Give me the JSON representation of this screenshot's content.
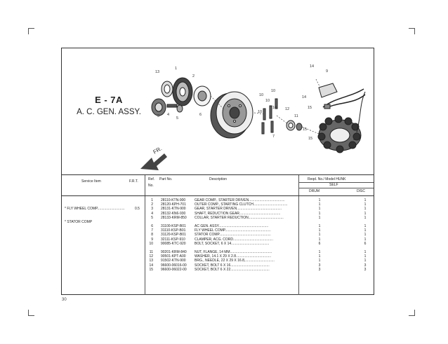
{
  "figure": {
    "code": "E - 7A",
    "name": "A. C. GEN. ASSY.",
    "fr_label": "FR.",
    "page_number": "30"
  },
  "callouts": [
    "13",
    "1",
    "2",
    "3",
    "4",
    "5",
    "6",
    "10",
    "10",
    "10",
    "10",
    "10",
    "12",
    "11",
    "14",
    "9",
    "14",
    "15",
    "15",
    "15",
    "8",
    "7"
  ],
  "table": {
    "headers": {
      "service_item": "Service Item",
      "frt": "F.R.T.",
      "ref": "Ref.",
      "ref_no": "No.",
      "part_no": "Part No.",
      "description": "Description",
      "reqd": "Reqd. No./ Model HUNK",
      "self": "SELF",
      "drum": "DRUM",
      "disc": "DISC"
    },
    "service_items": [
      "* FLY WHEEL COMP............................",
      "* STATOR COMP"
    ],
    "frt_values": [
      "0.5",
      ""
    ],
    "groups": [
      [
        {
          "ref": "1",
          "part": "28110-KTN-900",
          "desc": "GEAR COMP., STARTER DRIVEN.....................................",
          "drum": "1",
          "disc": "1"
        },
        {
          "ref": "2",
          "part": "28120-KPH-701",
          "desc": "OUTER COMP., STARTING CLUTCH...................................",
          "drum": "1",
          "disc": "1"
        },
        {
          "ref": "3",
          "part": "28131-KTN-900",
          "desc": "GEAR, STARTER DRIVEN..............................................",
          "drum": "1",
          "disc": "1"
        },
        {
          "ref": "4",
          "part": "28132-KN6-930",
          "desc": "SHAFT, REDUCTION GEAR..........................................",
          "drum": "1",
          "disc": "1"
        },
        {
          "ref": "5",
          "part": "28133-KRM-850",
          "desc": "COLLAR, STARTER REDUCTION....................................",
          "drum": "1",
          "disc": "1"
        }
      ],
      [
        {
          "ref": "6",
          "part": "31100-KSP-B01",
          "desc": "AC GEN. ASSY...................................................",
          "drum": "1",
          "disc": "1"
        },
        {
          "ref": "7",
          "part": "31110-KSP-B01",
          "desc": "FLY WHEEL COMP...............................................",
          "drum": "1",
          "disc": "1"
        },
        {
          "ref": "8",
          "part": "31120-KSP-B01",
          "desc": "STATOR COMP.....................................................",
          "drum": "1",
          "disc": "1"
        },
        {
          "ref": "9",
          "part": "32111-KSP-910",
          "desc": "CLAMPER, ACG. CORD.........................................",
          "drum": "1",
          "disc": "1"
        },
        {
          "ref": "10",
          "part": "90085-KTC-920",
          "desc": "BOLT, SOCKET, 6 X 14.......................................",
          "drum": "6",
          "disc": "6"
        }
      ],
      [
        {
          "ref": "11",
          "part": "90201-KRM-840",
          "desc": "NUT, FLANGE, 14 MM...........................................",
          "drum": "1",
          "disc": "1"
        },
        {
          "ref": "12",
          "part": "90501-KPT-A00",
          "desc": "WASHER, 14.1 X 29 X 2.8....................................",
          "drum": "1",
          "disc": "1"
        },
        {
          "ref": "13",
          "part": "91502-KTN-900",
          "desc": "BRG., NEEDLE, 22 X 29 X 16.8,..............................",
          "drum": "1",
          "disc": "1"
        },
        {
          "ref": "14",
          "part": "96600-06016-00",
          "desc": "SOCKET, BOLT 6 X 16........................................",
          "drum": "3",
          "disc": "3"
        },
        {
          "ref": "15",
          "part": "96600-06022-00",
          "desc": "SOCKET, BOLT 6 X 22........................................",
          "drum": "3",
          "disc": "3"
        }
      ]
    ]
  }
}
